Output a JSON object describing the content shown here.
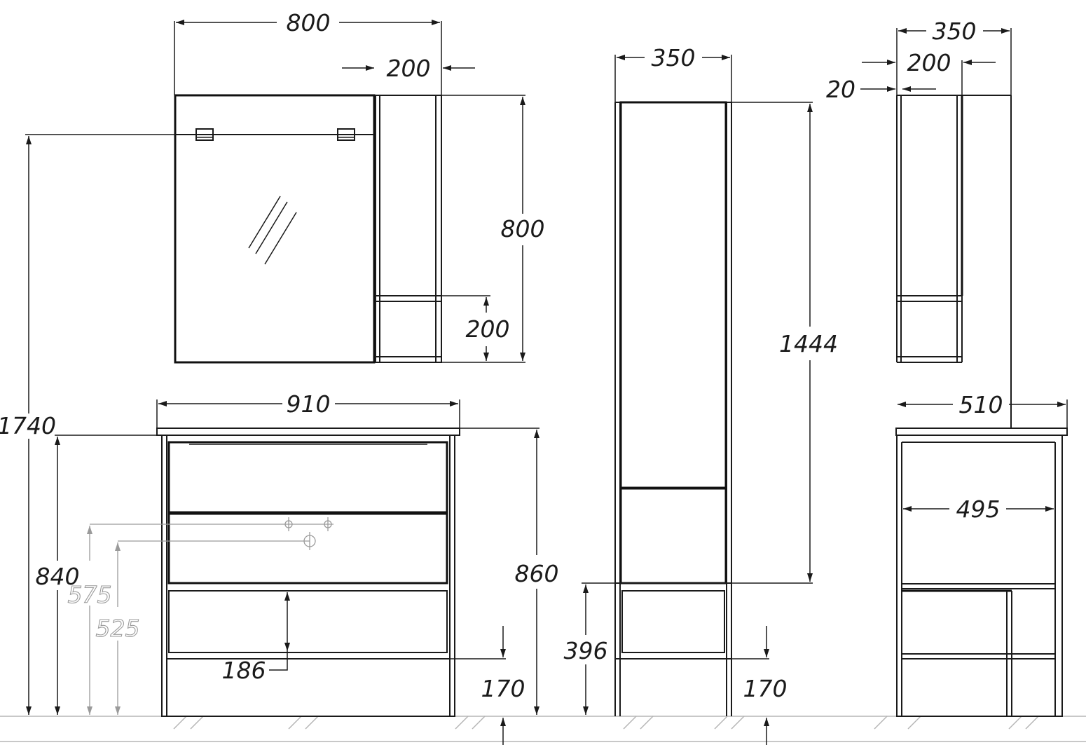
{
  "dimensions": {
    "mirror_width": "800",
    "shelf_width": "200",
    "mirror_height": "800",
    "shelf_open_height": "200",
    "total_height": "1740",
    "vanity_top_width": "910",
    "vanity_height_840": "840",
    "vanity_height_860": "860",
    "pipe_height_575": "575",
    "pipe_height_525": "525",
    "drawer_height": "186",
    "leg_height_vanity": "170",
    "cabinet_width": "350",
    "cabinet_height": "1444",
    "cabinet_base_height": "396",
    "leg_height_cabinet": "170",
    "side_total_depth": "350",
    "side_shelf_depth": "200",
    "side_gap": "20",
    "side_top_depth": "510",
    "side_body_depth": "495"
  },
  "colors": {
    "line": "#1a1a1a",
    "hidden_line": "#9a9a9a",
    "floor": "#c8c8c8"
  }
}
